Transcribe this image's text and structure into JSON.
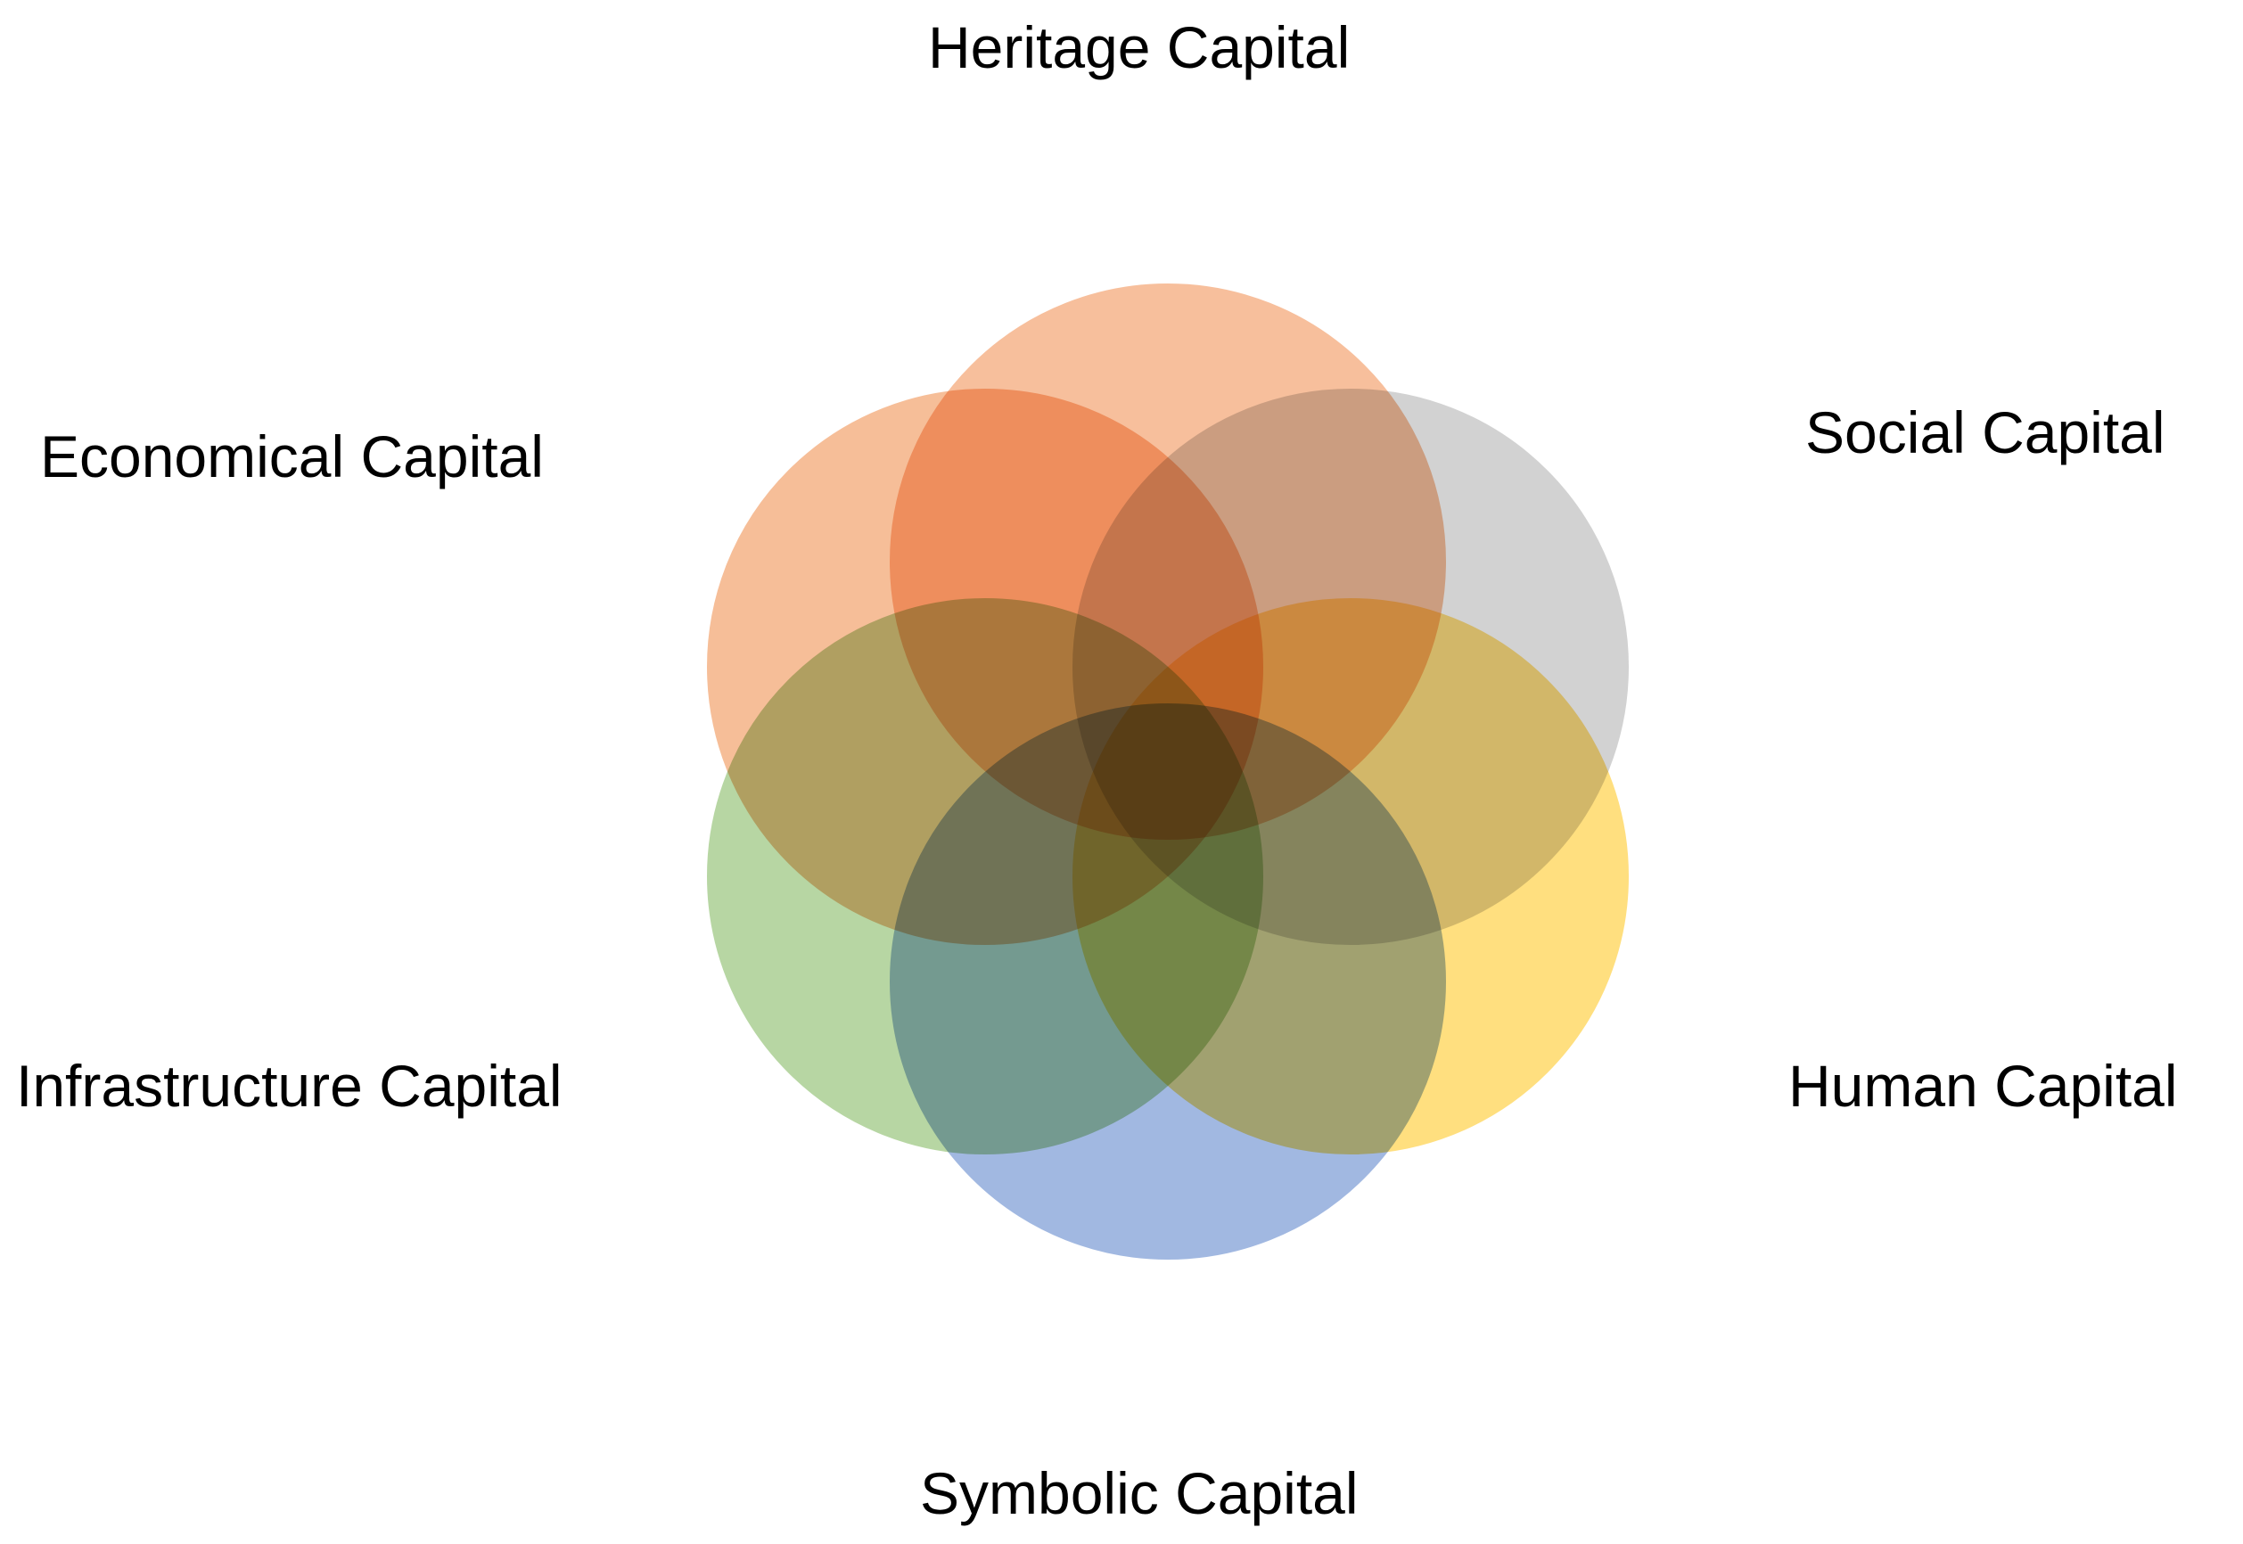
{
  "diagram": {
    "type": "six-set venn",
    "sets": [
      {
        "id": "heritage",
        "label": "Heritage Capital",
        "color": "#F08A4B"
      },
      {
        "id": "social",
        "label": "Social Capital",
        "color": "#A5A5A5"
      },
      {
        "id": "human",
        "label": "Human Capital",
        "color": "#FFC000"
      },
      {
        "id": "symbolic",
        "label": "Symbolic Capital",
        "color": "#4472C4"
      },
      {
        "id": "infrastructure",
        "label": "Infrastructure Capital",
        "color": "#70AD47"
      },
      {
        "id": "economical",
        "label": "Economical Capital",
        "color": "#ED7D31"
      }
    ]
  }
}
